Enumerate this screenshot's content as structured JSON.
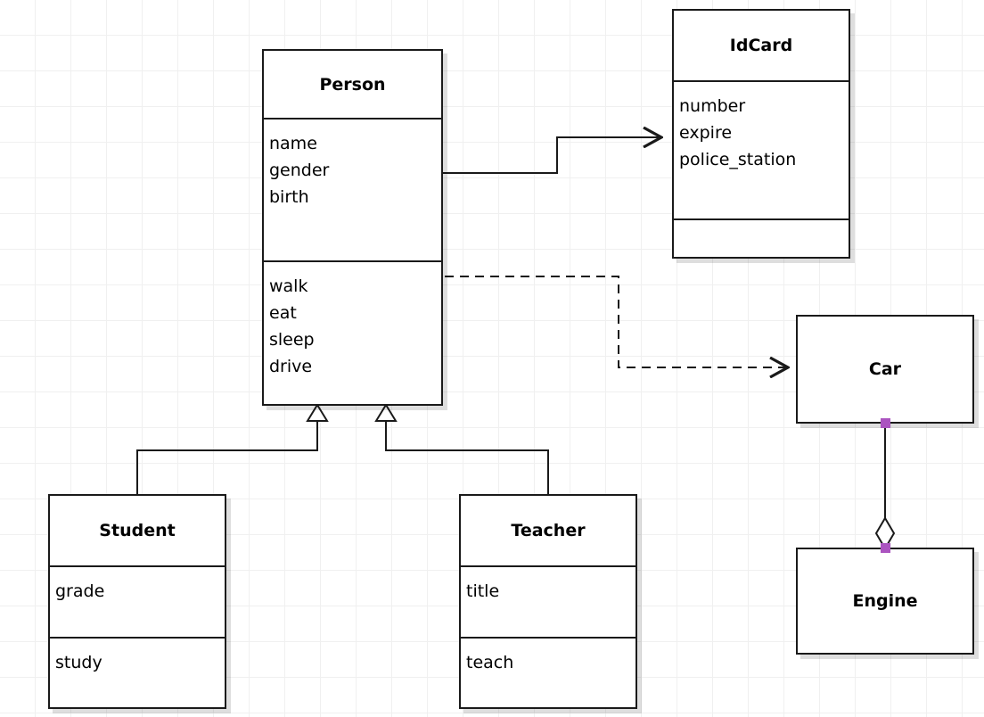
{
  "diagram": {
    "kind": "uml-class-diagram",
    "background": "#ffffff",
    "grid_color": "#f0f0f0",
    "grid_size": 40,
    "stroke_color": "#1a1a1a",
    "handle_color": "#ab54c0"
  },
  "classes": {
    "person": {
      "name": "Person",
      "attributes": [
        "name",
        "gender",
        "birth"
      ],
      "methods": [
        "walk",
        "eat",
        "sleep",
        "drive"
      ]
    },
    "idcard": {
      "name": "IdCard",
      "attributes": [
        "number",
        "expire",
        "police_station"
      ],
      "methods": []
    },
    "student": {
      "name": "Student",
      "attributes": [
        "grade"
      ],
      "methods": [
        "study"
      ]
    },
    "teacher": {
      "name": "Teacher",
      "attributes": [
        "title"
      ],
      "methods": [
        "teach"
      ]
    },
    "car": {
      "name": "Car"
    },
    "engine": {
      "name": "Engine"
    }
  },
  "relations": [
    {
      "id": "person-idcard",
      "type": "association",
      "line": "solid",
      "arrow": "open",
      "from": "Person",
      "to": "IdCard"
    },
    {
      "id": "person-car",
      "type": "dependency",
      "line": "dashed",
      "arrow": "open",
      "from": "Person",
      "to": "Car"
    },
    {
      "id": "student-person",
      "type": "generalization",
      "line": "solid",
      "arrow": "hollow-triangle",
      "from": "Student",
      "to": "Person"
    },
    {
      "id": "teacher-person",
      "type": "generalization",
      "line": "solid",
      "arrow": "hollow-triangle",
      "from": "Teacher",
      "to": "Person"
    },
    {
      "id": "car-engine",
      "type": "aggregation",
      "line": "solid",
      "arrow": "hollow-diamond",
      "from": "Car",
      "to": "Engine"
    }
  ]
}
